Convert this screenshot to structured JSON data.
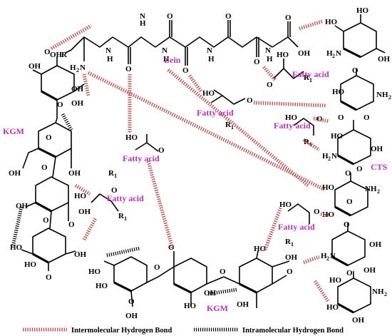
{
  "labels": {
    "zein": "Zein",
    "kgm_left": "KGM",
    "kgm_bottom": "KGM",
    "cts": "CTS",
    "fatty_acid_1": "Fatty acid",
    "fatty_acid_2": "Fatty acid",
    "fatty_acid_3": "Fatty acid",
    "fatty_acid_4": "Fatty acid",
    "fatty_acid_5": "Fatty acid",
    "fatty_acid_6": "Fatty acid"
  },
  "legend": {
    "inter": "Intermolecular Hydrogen Bond",
    "intra": "Intramolecular Hydrogen Bond"
  },
  "colors": {
    "intermolecular": "#c0504d",
    "intramolecular": "#000000",
    "label": "#c030c0"
  }
}
